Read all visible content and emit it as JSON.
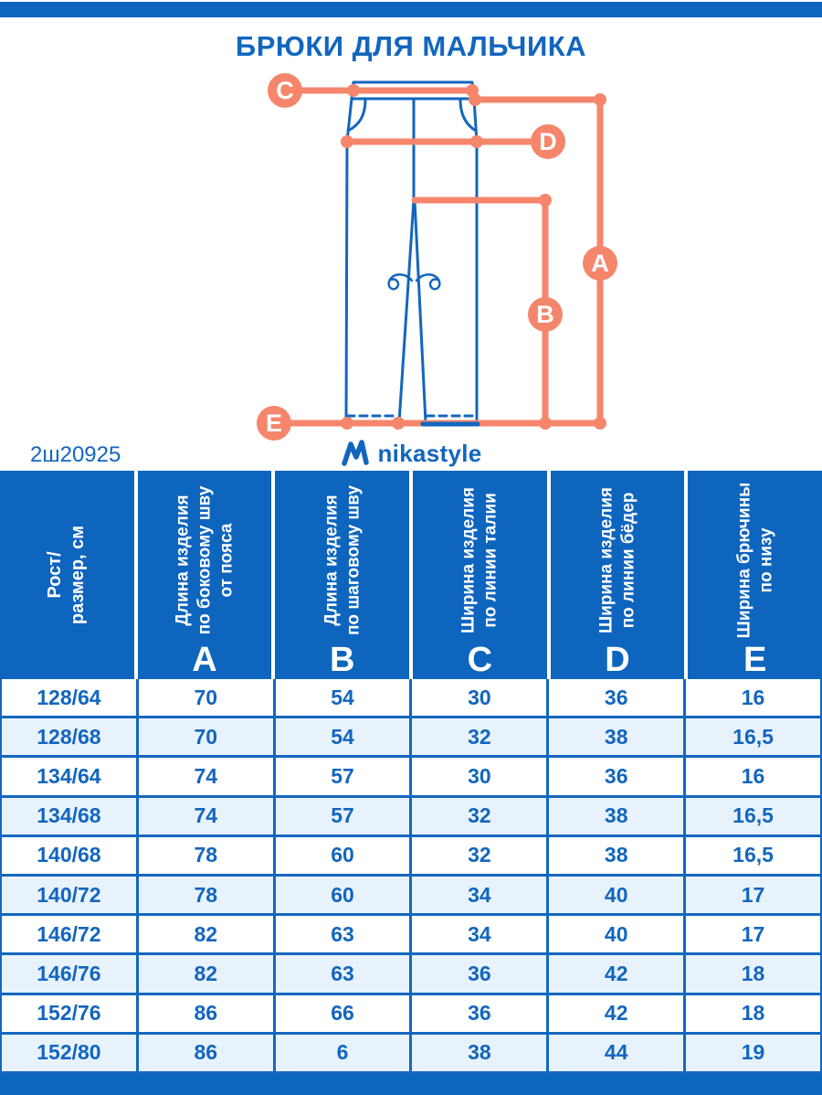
{
  "page": {
    "title": "БРЮКИ ДЛЯ МАЛЬЧИКА",
    "article_code": "2ш20925",
    "brand": "nikastyle"
  },
  "icons": {
    "brand_mark": "zigzag-n-mark"
  },
  "colors": {
    "primary_blue": "#0e65be",
    "text_blue": "#1266be",
    "border_blue": "#1467bf",
    "row_alt_blue": "#e8f2fc",
    "salmon": "#f5866b",
    "white": "#ffffff"
  },
  "diagram": {
    "markers": [
      "C",
      "D",
      "A",
      "B",
      "E"
    ]
  },
  "table": {
    "headers": [
      {
        "lines": [
          "Рост/",
          "размер, см"
        ],
        "letter": ""
      },
      {
        "lines": [
          "Длина изделия",
          "по боковому шву",
          "от пояса"
        ],
        "letter": "A"
      },
      {
        "lines": [
          "Длина изделия",
          "по шаговому шву"
        ],
        "letter": "B"
      },
      {
        "lines": [
          "Ширина изделия",
          "по линии талии"
        ],
        "letter": "C"
      },
      {
        "lines": [
          "Ширина изделия",
          "по линии бёдер"
        ],
        "letter": "D"
      },
      {
        "lines": [
          "Ширина брючины",
          "по низу"
        ],
        "letter": "E"
      }
    ],
    "rows": [
      [
        "128/64",
        "70",
        "54",
        "30",
        "36",
        "16"
      ],
      [
        "128/68",
        "70",
        "54",
        "32",
        "38",
        "16,5"
      ],
      [
        "134/64",
        "74",
        "57",
        "30",
        "36",
        "16"
      ],
      [
        "134/68",
        "74",
        "57",
        "32",
        "38",
        "16,5"
      ],
      [
        "140/68",
        "78",
        "60",
        "32",
        "38",
        "16,5"
      ],
      [
        "140/72",
        "78",
        "60",
        "34",
        "40",
        "17"
      ],
      [
        "146/72",
        "82",
        "63",
        "34",
        "40",
        "17"
      ],
      [
        "146/76",
        "82",
        "63",
        "36",
        "42",
        "18"
      ],
      [
        "152/76",
        "86",
        "66",
        "36",
        "42",
        "18"
      ],
      [
        "152/80",
        "86",
        "6",
        "38",
        "44",
        "19"
      ]
    ]
  }
}
